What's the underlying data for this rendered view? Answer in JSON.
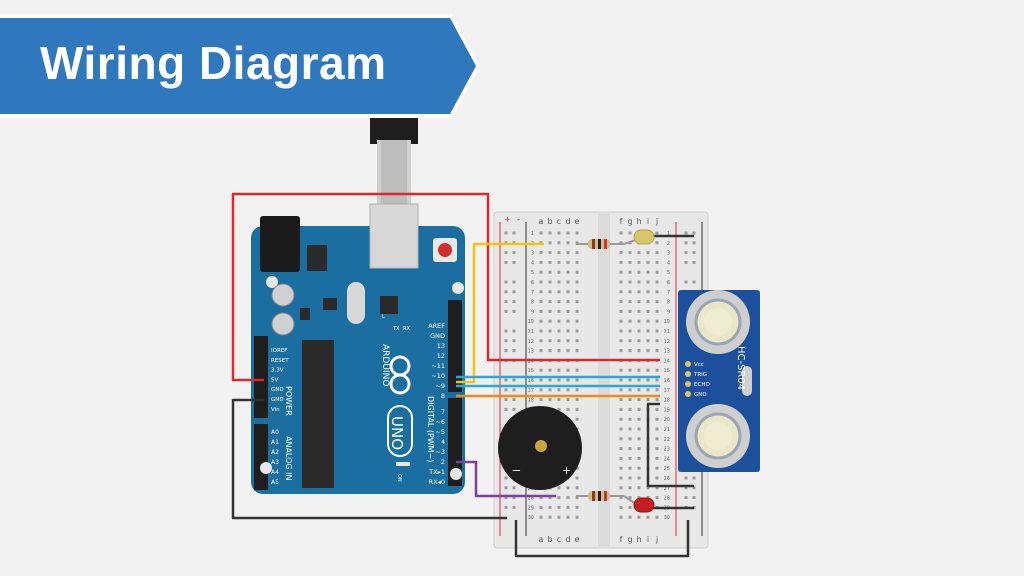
{
  "header": {
    "title": "Wiring Diagram"
  },
  "colors": {
    "banner": "#2f78bd",
    "banner_edge": "#ffffff",
    "board": "#1a6fa0",
    "breadboard": "#e9e9e9",
    "wire_red": "#d92b2b",
    "wire_yellow": "#f3c316",
    "wire_blue": "#2aa8d8",
    "wire_orange": "#ef8b1e",
    "wire_purple": "#7b3fa5",
    "wire_black": "#333333",
    "sensor": "#1c4f9c",
    "led_yellow": "#d8c66a",
    "led_red": "#c41e22"
  },
  "arduino": {
    "brand": "ARDUINO",
    "model": "UNO",
    "digital_label": "DIGITAL (PWM~)",
    "power_label": "POWER",
    "analog_label": "ANALOG IN",
    "on_label": "ON",
    "l_label": "L",
    "tx_label": "TX",
    "rx_label": "RX",
    "power_pins": [
      "IOREF",
      "RESET",
      "3.3V",
      "5V",
      "GND",
      "GND",
      "Vin"
    ],
    "analog_pins": [
      "A0",
      "A1",
      "A2",
      "A3",
      "A4",
      "A5"
    ],
    "digital_top": [
      "AREF",
      "GND",
      "13",
      "12",
      "~11",
      "~10",
      "~9",
      "8"
    ],
    "digital_bottom": [
      "7",
      "~6",
      "~5",
      "4",
      "~3",
      "2",
      "TX▸1",
      "RX◂0"
    ]
  },
  "breadboard": {
    "columns_left": [
      "a",
      "b",
      "c",
      "d",
      "e"
    ],
    "columns_right": [
      "f",
      "g",
      "h",
      "i",
      "j"
    ],
    "row_numbers": [
      "1",
      "5",
      "10",
      "15",
      "20",
      "25",
      "30"
    ],
    "rows_labeled": [
      "1",
      "2",
      "3",
      "4",
      "5",
      "6",
      "7",
      "8",
      "9",
      "10",
      "11",
      "12",
      "13",
      "14",
      "15",
      "16",
      "17",
      "18",
      "19",
      "20",
      "21",
      "22",
      "23",
      "24",
      "25",
      "26",
      "27",
      "28",
      "29",
      "30"
    ],
    "plus": "+",
    "minus": "-"
  },
  "sensor": {
    "name": "HC-SR04",
    "pins": [
      "Vcc",
      "TRIG",
      "ECHO",
      "GND"
    ]
  },
  "buzzer": {
    "minus": "−",
    "plus": "+"
  }
}
